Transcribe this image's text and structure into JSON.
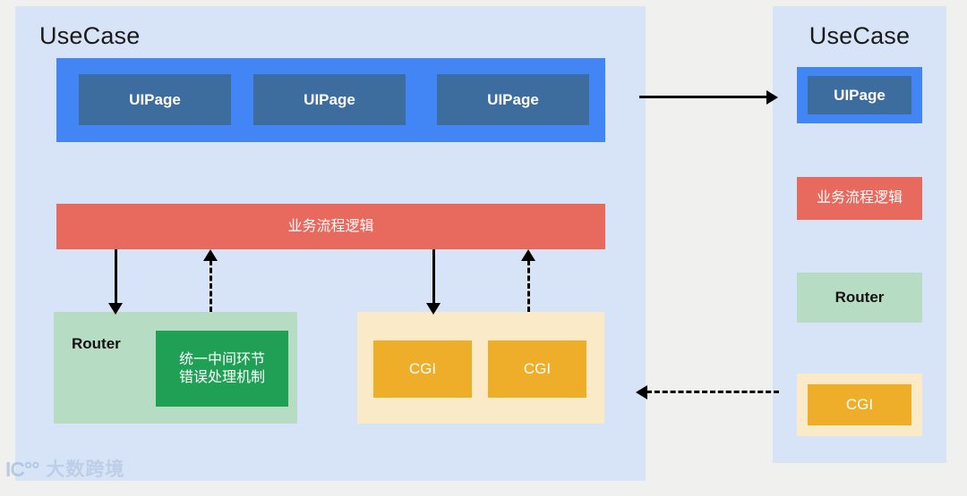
{
  "diagram": {
    "title_left": "UseCase",
    "title_right": "UseCase",
    "left_panel": {
      "ui_group": {
        "name": "UIPage group",
        "items": [
          {
            "label": "UIPage"
          },
          {
            "label": "UIPage"
          },
          {
            "label": "UIPage"
          }
        ]
      },
      "flow_bar": {
        "label": "业务流程逻辑"
      },
      "router_group": {
        "label": "Router",
        "chip": {
          "line1": "统一中间环节",
          "line2": "错误处理机制"
        }
      },
      "cgi_group": {
        "items": [
          {
            "label": "CGI"
          },
          {
            "label": "CGI"
          }
        ]
      }
    },
    "right_panel": {
      "ui_page": {
        "label": "UIPage"
      },
      "flow_bar": {
        "label": "业务流程逻辑"
      },
      "router": {
        "label": "Router"
      },
      "cgi": {
        "label": "CGI"
      }
    },
    "connectors": [
      {
        "id": "flow-to-router",
        "style": "solid",
        "direction": "down"
      },
      {
        "id": "router-to-flow",
        "style": "dashed",
        "direction": "up"
      },
      {
        "id": "flow-to-cgi",
        "style": "solid",
        "direction": "down"
      },
      {
        "id": "cgi-to-flow",
        "style": "dashed",
        "direction": "up"
      },
      {
        "id": "left-ui-to-right-ui",
        "style": "solid",
        "direction": "right"
      },
      {
        "id": "right-cgi-to-left-cgi",
        "style": "dashed",
        "direction": "left"
      }
    ],
    "colors": {
      "panel_bg": "#d7e3f7",
      "canvas_bg": "#f0f0ef",
      "ui_group": "#4285f4",
      "ui_chip": "#3d6d9e",
      "flow_bar": "#e8695d",
      "router_group": "#b6ddc3",
      "router_chip": "#1fa055",
      "cgi_group": "#faeac8",
      "cgi_chip": "#eeae2a",
      "connector": "#000000"
    }
  },
  "watermark": {
    "mark": "IC°°",
    "text": "大数跨境"
  }
}
